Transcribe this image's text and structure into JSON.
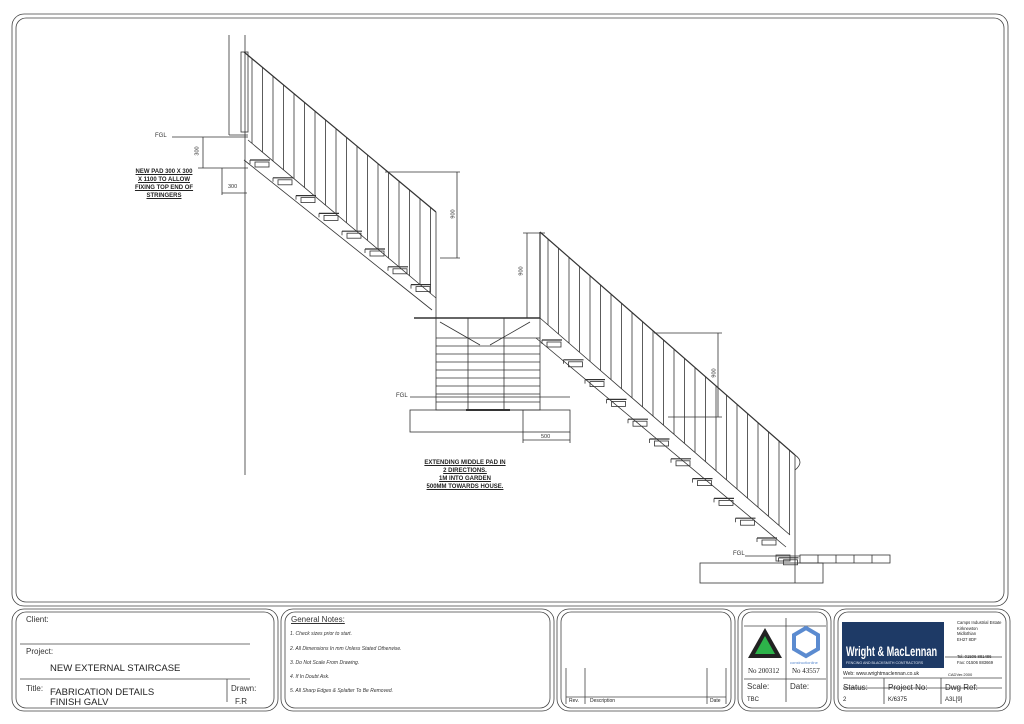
{
  "drawing": {
    "fgl_label": "FGL",
    "dims": {
      "pad_height": "300",
      "pad_width": "300",
      "upper_handrail": "900",
      "landing_handrail": "900",
      "lower_handrail": "900",
      "landing_pad_extension": "500"
    },
    "notes_top_pad": [
      "NEW PAD 300 X 300",
      "X 1100  TO ALLOW",
      "FIXING TOP END OF",
      "STRINGERS"
    ],
    "notes_middle_pad": [
      "EXTENDING MIDDLE PAD IN",
      "2 DIRECTIONS.",
      "1M INTO GARDEN",
      "500MM TOWARDS HOUSE."
    ]
  },
  "title_block": {
    "client_label": "Client:",
    "client": "",
    "project_label": "Project:",
    "project": "NEW EXTERNAL STAIRCASE",
    "title_label": "Title:",
    "title_lines": [
      "FABRICATION DETAILS",
      "FINISH GALV"
    ],
    "drawn_label": "Drawn:",
    "drawn": "F.R",
    "general_notes_label": "General Notes:",
    "general_notes": [
      "1. Check sizes prior to start.",
      "2. All Dimensions In mm Unless Stated Otherwise.",
      "3. Do Not Scale From Drawing.",
      "4. If In Doubt Ask.",
      "5. All Sharp Edges & Splatter To Be Removed."
    ],
    "revisions": {
      "rev_label": "Rev.",
      "description_label": "Description",
      "date_label": "Date"
    },
    "accreditation": {
      "left_no": "No 200312",
      "right_logo_text": "constructionline",
      "right_no": "No 43557"
    },
    "scale_label": "Scale:",
    "scale": "TBC",
    "date_label": "Date:",
    "date": "",
    "company": {
      "name": "Wright & MacLennan",
      "tagline": "FENCING AND BLACKSMITH CONTRACTORS",
      "address": [
        "Camps Industrial Estate",
        "Kirknewton",
        "Midlothian",
        "EH27 8DF"
      ],
      "tel": "Tel: 01506 881486",
      "fax": "Fax: 01506 883669",
      "web": "Web: www.wrightmaclennan.co.uk",
      "cad_ver": "CADVer.2000",
      "brand_color": "#1e3a66"
    },
    "status_label": "Status:",
    "status": "2",
    "project_no_label": "Project No:",
    "project_no": "K/6375",
    "dwg_ref_label": "Dwg Ref:",
    "dwg_ref": "A3L[9]"
  }
}
